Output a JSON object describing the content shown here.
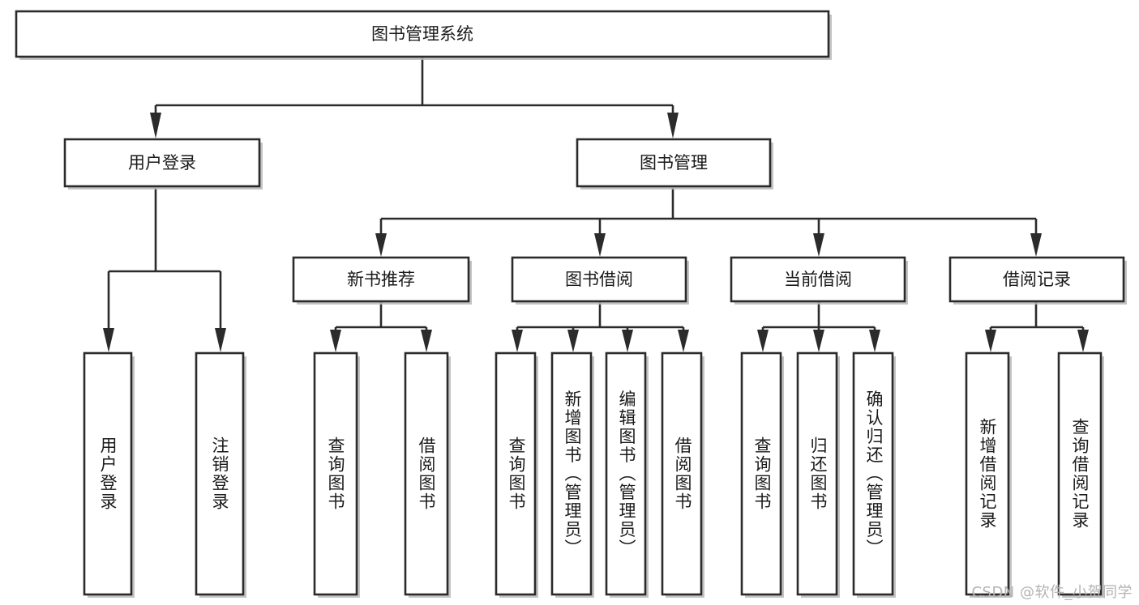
{
  "diagram": {
    "type": "tree",
    "title_node": "图书管理系统",
    "watermark": "CSDN @软件_小贺同学",
    "colors": {
      "box_fill": "#ffffff",
      "box_stroke": "#2b2b2b",
      "shadow": "#b9b9b9",
      "text": "#1a1a1a",
      "watermark": "#b3b3b3",
      "background": "#ffffff"
    },
    "levels": {
      "root": {
        "label": "图书管理系统"
      },
      "level1": [
        {
          "label": "用户登录"
        },
        {
          "label": "图书管理"
        }
      ],
      "level2": [
        {
          "label": "新书推荐"
        },
        {
          "label": "图书借阅"
        },
        {
          "label": "当前借阅"
        },
        {
          "label": "借阅记录"
        }
      ],
      "leaves": {
        "user_login": [
          {
            "label": "用户登录"
          },
          {
            "label": "注销登录"
          }
        ],
        "new_book_recommend": [
          {
            "label": "查询图书"
          },
          {
            "label": "借阅图书"
          }
        ],
        "book_borrow": [
          {
            "label": "查询图书"
          },
          {
            "label": "新增图书（管理员）"
          },
          {
            "label": "编辑图书（管理员）"
          },
          {
            "label": "借阅图书"
          }
        ],
        "current_borrow": [
          {
            "label": "查询图书"
          },
          {
            "label": "归还图书"
          },
          {
            "label": "确认归还（管理员）"
          }
        ],
        "borrow_record": [
          {
            "label": "新增借阅记录"
          },
          {
            "label": "查询借阅记录"
          }
        ]
      }
    }
  }
}
